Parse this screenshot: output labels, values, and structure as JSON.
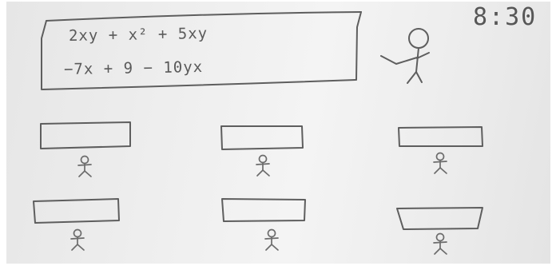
{
  "equation": {
    "line1": "2xy + x² + 5xy",
    "line2": "−7x + 9 − 10yx"
  },
  "clock": "8:30"
}
